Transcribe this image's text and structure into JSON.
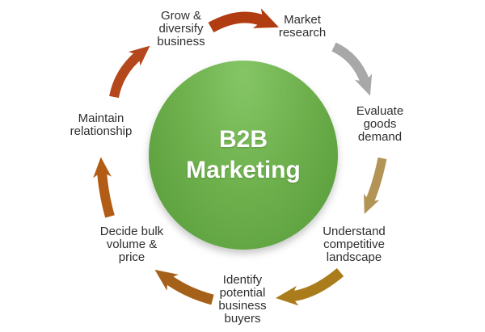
{
  "diagram": {
    "center": {
      "line1": "B2B",
      "line2": "Marketing"
    },
    "colors": {
      "circle_top": "#85c566",
      "circle_bottom": "#579a3a",
      "center_text": "#ffffff",
      "label_text": "#2e2e2e"
    },
    "steps": [
      {
        "name": "grow-diversify-business",
        "label": "Grow &\ndiversify\nbusiness"
      },
      {
        "name": "market-research",
        "label": "Market\nresearch"
      },
      {
        "name": "evaluate-goods-demand",
        "label": "Evaluate\ngoods\ndemand"
      },
      {
        "name": "understand-competitive-landscape",
        "label": "Understand\ncompetitive\nlandscape"
      },
      {
        "name": "identify-potential-business-buyers",
        "label": "Identify\npotential\nbusiness\nbuyers"
      },
      {
        "name": "decide-bulk-volume-price",
        "label": "Decide bulk\nvolume &\nprice"
      },
      {
        "name": "maintain-relationship",
        "label": "Maintain\nrelationship"
      }
    ],
    "arrows": [
      {
        "from": "grow-diversify-business",
        "to": "market-research",
        "color": "#b13c11"
      },
      {
        "from": "market-research",
        "to": "evaluate-goods-demand",
        "color": "#a8a8a8"
      },
      {
        "from": "evaluate-goods-demand",
        "to": "understand-competitive-landscape",
        "color": "#b29455"
      },
      {
        "from": "understand-competitive-landscape",
        "to": "identify-potential-business-buyers",
        "color": "#aa7c1c"
      },
      {
        "from": "identify-potential-business-buyers",
        "to": "decide-bulk-volume-price",
        "color": "#a5611a"
      },
      {
        "from": "decide-bulk-volume-price",
        "to": "maintain-relationship",
        "color": "#b25c15"
      },
      {
        "from": "maintain-relationship",
        "to": "grow-diversify-business",
        "color": "#b4471c"
      }
    ]
  }
}
